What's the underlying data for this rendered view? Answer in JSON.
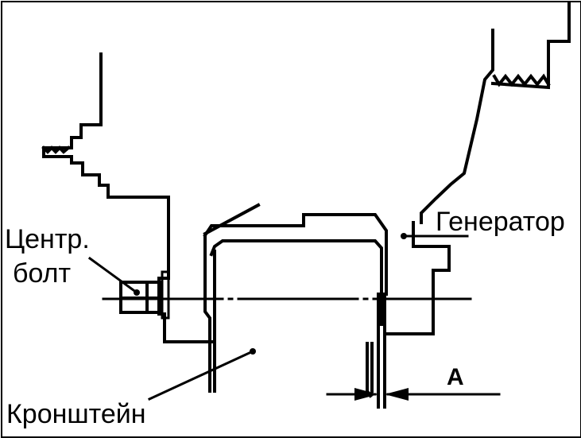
{
  "labels": {
    "center_bolt_line1": "Центр.",
    "center_bolt_line2": "болт",
    "generator": "Генератор",
    "bracket": "Кронштейн",
    "dimension": "A"
  },
  "colors": {
    "ink": "#000000",
    "paper": "#ffffff"
  }
}
